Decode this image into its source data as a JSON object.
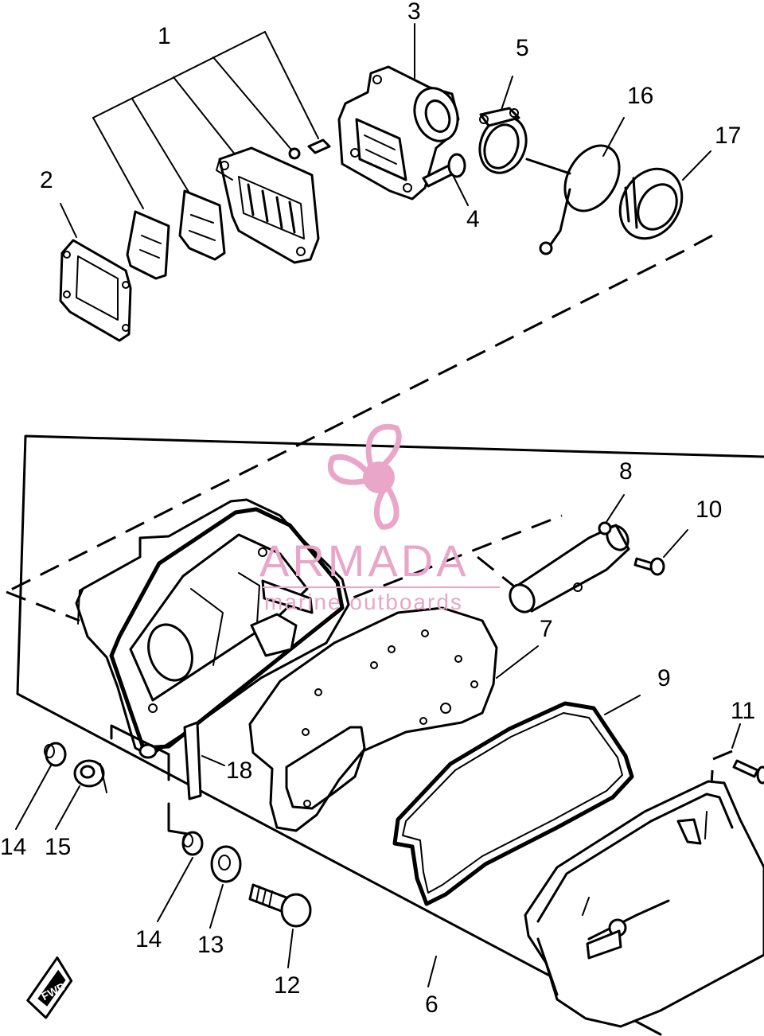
{
  "diagram": {
    "callouts": [
      {
        "id": "c1",
        "text": "1"
      },
      {
        "id": "c2",
        "text": "2"
      },
      {
        "id": "c3",
        "text": "3"
      },
      {
        "id": "c4",
        "text": "4"
      },
      {
        "id": "c5",
        "text": "5"
      },
      {
        "id": "c16",
        "text": "16"
      },
      {
        "id": "c17",
        "text": "17"
      },
      {
        "id": "c8",
        "text": "8"
      },
      {
        "id": "c10",
        "text": "10"
      },
      {
        "id": "c7",
        "text": "7"
      },
      {
        "id": "c9",
        "text": "9"
      },
      {
        "id": "c11",
        "text": "11"
      },
      {
        "id": "c18",
        "text": "18"
      },
      {
        "id": "c14a",
        "text": "14"
      },
      {
        "id": "c15",
        "text": "15"
      },
      {
        "id": "c14b",
        "text": "14"
      },
      {
        "id": "c13",
        "text": "13"
      },
      {
        "id": "c12",
        "text": "12"
      },
      {
        "id": "c6",
        "text": "6"
      }
    ]
  },
  "watermark": {
    "brand": "ARMADA",
    "tagline": "marine outboards",
    "color": "#e9a6c9"
  },
  "fwd_marker": {
    "icon": "fwd-arrow-icon",
    "text": "FWD"
  }
}
